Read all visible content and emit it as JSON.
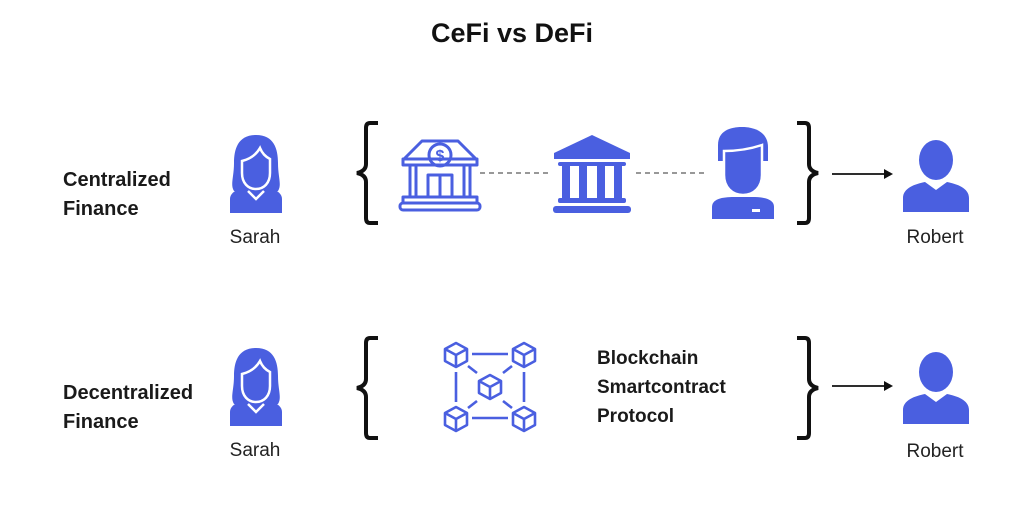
{
  "title": "CeFi vs DeFi",
  "accent_color": "#4a5fe0",
  "rows": [
    {
      "label_line1": "Centralized",
      "label_line2": "Finance",
      "sender": "Sarah",
      "receiver": "Robert",
      "intermediaries": [
        "bank-icon",
        "institution-icon",
        "banker-icon"
      ]
    },
    {
      "label_line1": "Decentralized",
      "label_line2": "Finance",
      "sender": "Sarah",
      "receiver": "Robert",
      "protocol_lines": [
        "Blockchain",
        "Smartcontract",
        "Protocol"
      ]
    }
  ]
}
